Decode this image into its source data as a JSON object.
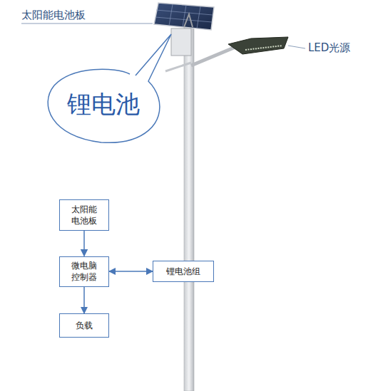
{
  "diagram": {
    "nodes": [
      {
        "text": [
          "锂电池"
        ]
      },
      {
        "text": [
          "太阳能 电池板"
        ]
      },
      {
        "text": [
          "微电脑 控制器"
        ]
      },
      {
        "text": [
          "锂电池组"
        ]
      },
      {
        "text": [
          "负载"
        ]
      }
    ],
    "edges": [
      {
        "from": 1,
        "to": 2,
        "arrow": "to"
      },
      {
        "from": 2,
        "to": 3,
        "arrow": "both"
      },
      {
        "from": 2,
        "to": 4,
        "arrow": "to"
      }
    ],
    "labels": [
      "太阳能电池板",
      "LED光源"
    ]
  }
}
